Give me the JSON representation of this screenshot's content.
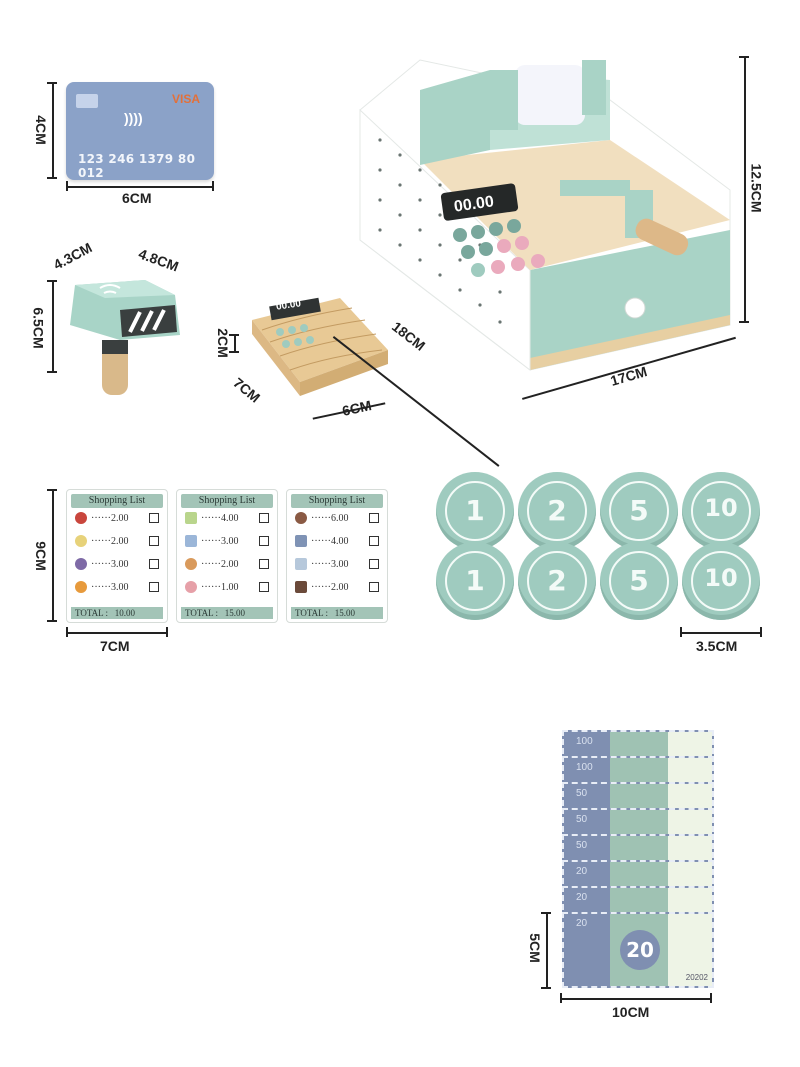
{
  "dimensions": {
    "card_height": "4CM",
    "card_width": "6CM",
    "scanner_depth": "4.3CM",
    "scanner_width": "4.8CM",
    "scanner_height": "6.5CM",
    "terminal_height": "2CM",
    "terminal_depth": "7CM",
    "terminal_width": "6CM",
    "register_depth": "18CM",
    "register_width": "17CM",
    "register_height": "12.5CM",
    "list_height": "9CM",
    "list_width": "7CM",
    "coin_diameter": "3.5CM",
    "note_height": "5CM",
    "note_width": "10CM"
  },
  "card": {
    "brand": "VISA",
    "number": "123 246 1379 80 012",
    "mark": "))))"
  },
  "terminal": {
    "display": "00.00"
  },
  "register": {
    "display": "00.00"
  },
  "shopping_lists": [
    {
      "title": "Shopping List",
      "items": [
        {
          "icon": "apple-icon",
          "color": "#c9463d",
          "price": "2.00"
        },
        {
          "icon": "lemon-icon",
          "color": "#e7d27a",
          "price": "2.00"
        },
        {
          "icon": "grape-icon",
          "color": "#7e6aa6",
          "price": "3.00"
        },
        {
          "icon": "orange-icon",
          "color": "#e79a3c",
          "price": "3.00"
        }
      ],
      "total_label": "TOTAL :",
      "total_value": "10.00"
    },
    {
      "title": "Shopping List",
      "items": [
        {
          "icon": "soap-icon",
          "color": "#b9d58c",
          "price": "4.00"
        },
        {
          "icon": "toothbrush-icon",
          "color": "#9bb6d8",
          "price": "3.00"
        },
        {
          "icon": "bread-icon",
          "color": "#d99a5c",
          "price": "2.00"
        },
        {
          "icon": "sponge-icon",
          "color": "#e6a0a8",
          "price": "1.00"
        }
      ],
      "total_label": "TOTAL :",
      "total_value": "15.00"
    },
    {
      "title": "Shopping List",
      "items": [
        {
          "icon": "muffin-icon",
          "color": "#8a5a44",
          "price": "6.00"
        },
        {
          "icon": "cookie-box-icon",
          "color": "#7f93b5",
          "price": "4.00"
        },
        {
          "icon": "milk-icon",
          "color": "#b6c8db",
          "price": "3.00"
        },
        {
          "icon": "jar-icon",
          "color": "#6b4a3a",
          "price": "2.00"
        }
      ],
      "total_label": "TOTAL :",
      "total_value": "15.00"
    }
  ],
  "coins": [
    "1",
    "2",
    "5",
    "10",
    "1",
    "2",
    "5",
    "10"
  ],
  "notes": [
    {
      "value": "100"
    },
    {
      "value": "100"
    },
    {
      "value": "50"
    },
    {
      "value": "50"
    },
    {
      "value": "50"
    },
    {
      "value": "20"
    },
    {
      "value": "20"
    },
    {
      "value": "20"
    }
  ],
  "note_face_value": "20",
  "note_serial": "20202"
}
